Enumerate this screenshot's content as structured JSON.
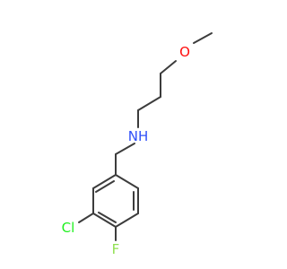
{
  "molecule": {
    "atoms": [
      {
        "id": "O",
        "label": "O",
        "color": "#ff0d0d",
        "name": "oxygen-atom-label"
      },
      {
        "id": "N",
        "label": "NH",
        "color": "#3050f8",
        "name": "amine-nh-label"
      },
      {
        "id": "Cl",
        "label": "Cl",
        "color": "#1ff01f",
        "name": "chlorine-atom-label"
      },
      {
        "id": "F",
        "label": "F",
        "color": "#90e050",
        "name": "fluorine-atom-label"
      }
    ],
    "bond_color": "#3c3c3c"
  }
}
